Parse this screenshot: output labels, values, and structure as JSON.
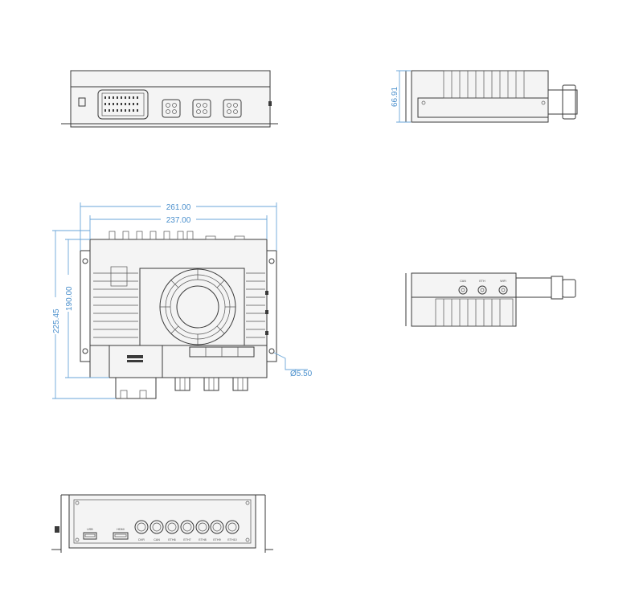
{
  "colors": {
    "line": "#3a3a3a",
    "dimension": "#6aa6d8",
    "dimension_text": "#4a8fcc",
    "background": "#ffffff"
  },
  "dimensions": {
    "overall_width": "261.00",
    "inner_width": "237.00",
    "overall_height": "225.45",
    "inner_height": "190.00",
    "hole_diameter": "Ø5.50",
    "side_height": "66.91"
  },
  "bottom_view": {
    "usb_label": "USB",
    "hdmi_label": "HDMI",
    "port_labels": [
      "DVR",
      "CAN",
      "ETH6",
      "ETH7",
      "ETH8",
      "ETH9",
      "ETH10"
    ]
  },
  "side_view_middle": {
    "port_labels": [
      "CAN",
      "ETH",
      "WIFI"
    ]
  },
  "icons": [
    "fan-icon",
    "connector-icon",
    "usb-port-icon",
    "hdmi-port-icon",
    "circular-port-icon"
  ]
}
